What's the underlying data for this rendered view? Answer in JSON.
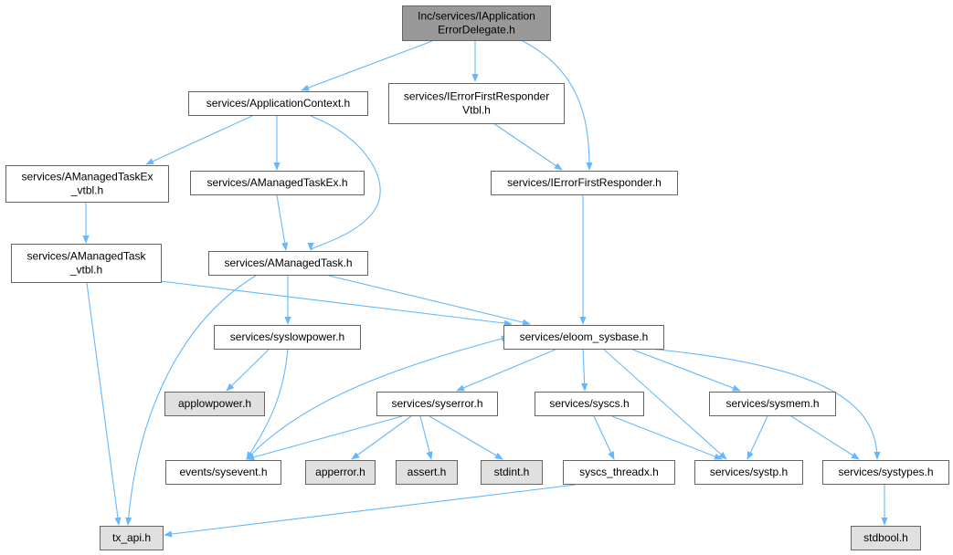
{
  "diagram": {
    "colors": {
      "edge": "#63b8ff",
      "root_fill": "#999999",
      "normal_fill": "#ffffff",
      "external_fill": "#e0e0e0",
      "border": "#666666"
    },
    "nodes": [
      {
        "id": "root",
        "kind": "root",
        "lines": [
          "Inc/services/IApplication",
          "ErrorDelegate.h"
        ]
      },
      {
        "id": "actx",
        "kind": "normal",
        "lines": [
          "services/ApplicationContext.h"
        ]
      },
      {
        "id": "iefrv",
        "kind": "normal",
        "lines": [
          "services/IErrorFirstResponder",
          "Vtbl.h"
        ]
      },
      {
        "id": "amtexv",
        "kind": "normal",
        "lines": [
          "services/AManagedTaskEx",
          "_vtbl.h"
        ]
      },
      {
        "id": "amtex",
        "kind": "normal",
        "lines": [
          "services/AManagedTaskEx.h"
        ]
      },
      {
        "id": "iefr",
        "kind": "normal",
        "lines": [
          "services/IErrorFirstResponder.h"
        ]
      },
      {
        "id": "amtv",
        "kind": "normal",
        "lines": [
          "services/AManagedTask",
          "_vtbl.h"
        ]
      },
      {
        "id": "amt",
        "kind": "normal",
        "lines": [
          "services/AManagedTask.h"
        ]
      },
      {
        "id": "slp",
        "kind": "normal",
        "lines": [
          "services/syslowpower.h"
        ]
      },
      {
        "id": "esb",
        "kind": "normal",
        "lines": [
          "services/eloom_sysbase.h"
        ]
      },
      {
        "id": "alp",
        "kind": "external",
        "lines": [
          "applowpower.h"
        ]
      },
      {
        "id": "serr",
        "kind": "normal",
        "lines": [
          "services/syserror.h"
        ]
      },
      {
        "id": "scs",
        "kind": "normal",
        "lines": [
          "services/syscs.h"
        ]
      },
      {
        "id": "smem",
        "kind": "normal",
        "lines": [
          "services/sysmem.h"
        ]
      },
      {
        "id": "evt",
        "kind": "normal",
        "lines": [
          "events/sysevent.h"
        ]
      },
      {
        "id": "aerr",
        "kind": "external",
        "lines": [
          "apperror.h"
        ]
      },
      {
        "id": "asrt",
        "kind": "external",
        "lines": [
          "assert.h"
        ]
      },
      {
        "id": "sint",
        "kind": "external",
        "lines": [
          "stdint.h"
        ]
      },
      {
        "id": "scstx",
        "kind": "normal",
        "lines": [
          "syscs_threadx.h"
        ]
      },
      {
        "id": "systp",
        "kind": "normal",
        "lines": [
          "services/systp.h"
        ]
      },
      {
        "id": "systy",
        "kind": "normal",
        "lines": [
          "services/systypes.h"
        ]
      },
      {
        "id": "txapi",
        "kind": "external",
        "lines": [
          "tx_api.h"
        ]
      },
      {
        "id": "sbool",
        "kind": "external",
        "lines": [
          "stdbool.h"
        ]
      }
    ]
  }
}
